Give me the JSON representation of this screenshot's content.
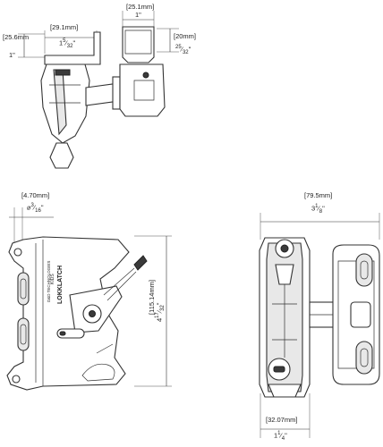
{
  "dimensions": {
    "top_width": {
      "metric": "[25.1mm]",
      "imperial": "1\""
    },
    "top_left_height": {
      "metric": "[25.6mm",
      "imperial": "1\""
    },
    "top_inner_width": {
      "metric": "[29.1mm]",
      "imperial_whole": "1",
      "imperial_num": "5",
      "imperial_den": "32",
      "mark": "\""
    },
    "top_right_height": {
      "metric": "[20mm]",
      "imperial_num": "25",
      "imperial_den": "32",
      "mark": "\""
    },
    "side_hole": {
      "metric": "[4.70mm]",
      "imperial_prefix": "⌀",
      "imperial_num": "3",
      "imperial_den": "16",
      "mark": "\""
    },
    "side_height": {
      "metric": "[115.14mm]",
      "imperial_whole": "4",
      "imperial_num": "17",
      "imperial_den": "32",
      "mark": "\""
    },
    "front_width": {
      "metric": "[79.5mm]",
      "imperial_whole": "3",
      "imperial_num": "1",
      "imperial_den": "8",
      "mark": "\""
    },
    "front_bottom": {
      "metric": "[32.07mm]",
      "imperial_whole": "1",
      "imperial_num": "1",
      "imperial_den": "4",
      "mark": "\""
    }
  },
  "product_text": {
    "brand": "LOKKLATCH",
    "line2": "KIDS",
    "line3": "D&D TECHNOLOGIES"
  }
}
